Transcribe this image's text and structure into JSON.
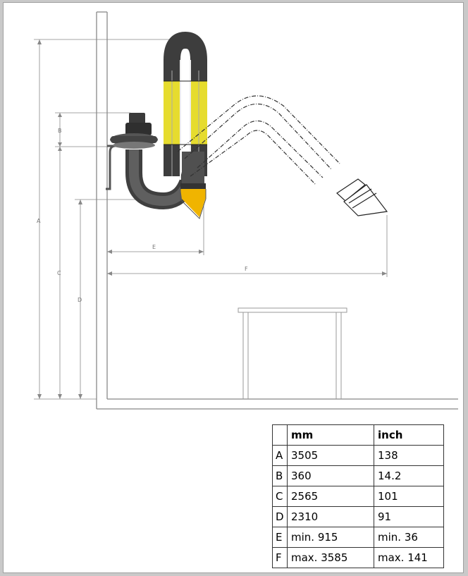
{
  "dimension_labels": {
    "A": "A",
    "B": "B",
    "C": "C",
    "D": "D",
    "E": "E",
    "F": "F"
  },
  "colors": {
    "arm_yellow": "#e6dc2e",
    "arm_dark": "#4d4d4d",
    "hood_yellow": "#f0b400",
    "line_gray": "#888888"
  },
  "table": {
    "headers": [
      "",
      "mm",
      "inch"
    ],
    "rows": [
      [
        "A",
        "3505",
        "138"
      ],
      [
        "B",
        "360",
        "14.2"
      ],
      [
        "C",
        "2565",
        "101"
      ],
      [
        "D",
        "2310",
        "91"
      ],
      [
        "E",
        "min. 915",
        "min. 36"
      ],
      [
        "F",
        "max. 3585",
        "max. 141"
      ]
    ]
  }
}
